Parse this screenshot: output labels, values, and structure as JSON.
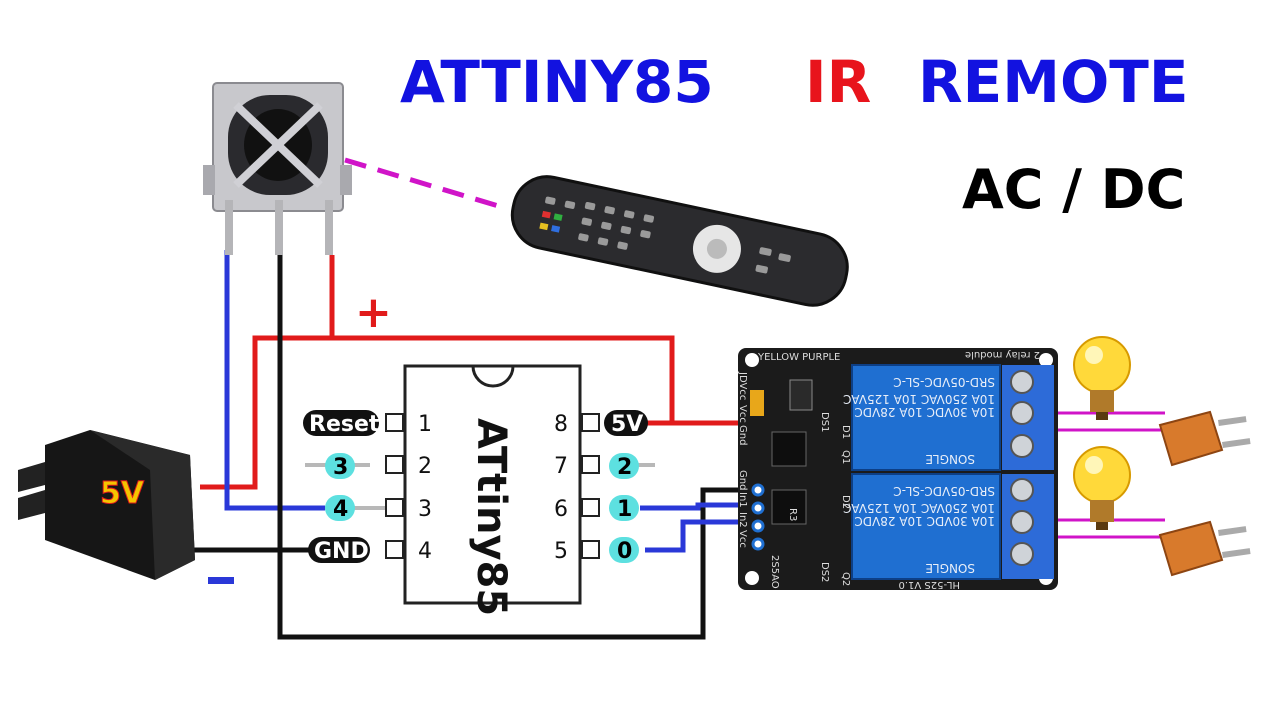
{
  "title": {
    "word1": "ATTINY85",
    "word2": "IR",
    "word3": "REMOTE",
    "subtitle": "AC / DC"
  },
  "ic": {
    "name": "ATtiny85",
    "left_pins": [
      {
        "num": "1",
        "label": "Reset",
        "style": "black"
      },
      {
        "num": "2",
        "label": "3",
        "style": "cyan"
      },
      {
        "num": "3",
        "label": "4",
        "style": "cyan"
      },
      {
        "num": "4",
        "label": "GND",
        "style": "black"
      }
    ],
    "right_pins": [
      {
        "num": "8",
        "label": "5V",
        "style": "black"
      },
      {
        "num": "7",
        "label": "2",
        "style": "cyan"
      },
      {
        "num": "6",
        "label": "1",
        "style": "cyan"
      },
      {
        "num": "5",
        "label": "0",
        "style": "cyan"
      }
    ]
  },
  "power": {
    "charger_label": "5V",
    "plus_label": "+",
    "minus_label": "-"
  },
  "relay_module": {
    "header_text": "2 relay module",
    "header_left": "YELLOW PURPLE",
    "relay_label": "SRD-05VDC-SL-C",
    "ratings": [
      "10A 250VAC 10A 125VAC",
      "10A 30VDC 10A 28VDC"
    ],
    "brand": "SONGLE",
    "model": "HL-52S V1.0",
    "pin_labels": [
      "Gnd",
      "In1",
      "In2",
      "Vcc"
    ],
    "top_pins": [
      "JDVcc",
      "Vcc",
      "Gnd"
    ],
    "components": [
      "DS1",
      "DS2",
      "D1",
      "D2",
      "R3",
      "Q1",
      "Q2",
      "2S5AO"
    ]
  },
  "colors": {
    "title_blue": "#1212e0",
    "title_red": "#e8141c",
    "wire_red": "#e11b1b",
    "wire_blue": "#2a38d8",
    "wire_black": "#111111",
    "wire_magenta": "#d014c8",
    "pill_cyan": "#5de0e0",
    "relay_board": "#1b1b1b",
    "relay_blue": "#1f6fd1",
    "terminal_blue": "#2d6bd8"
  },
  "icons": [
    "ir-receiver-icon",
    "tv-remote-icon",
    "usb-charger-icon",
    "light-bulb-icon",
    "power-plug-icon"
  ]
}
